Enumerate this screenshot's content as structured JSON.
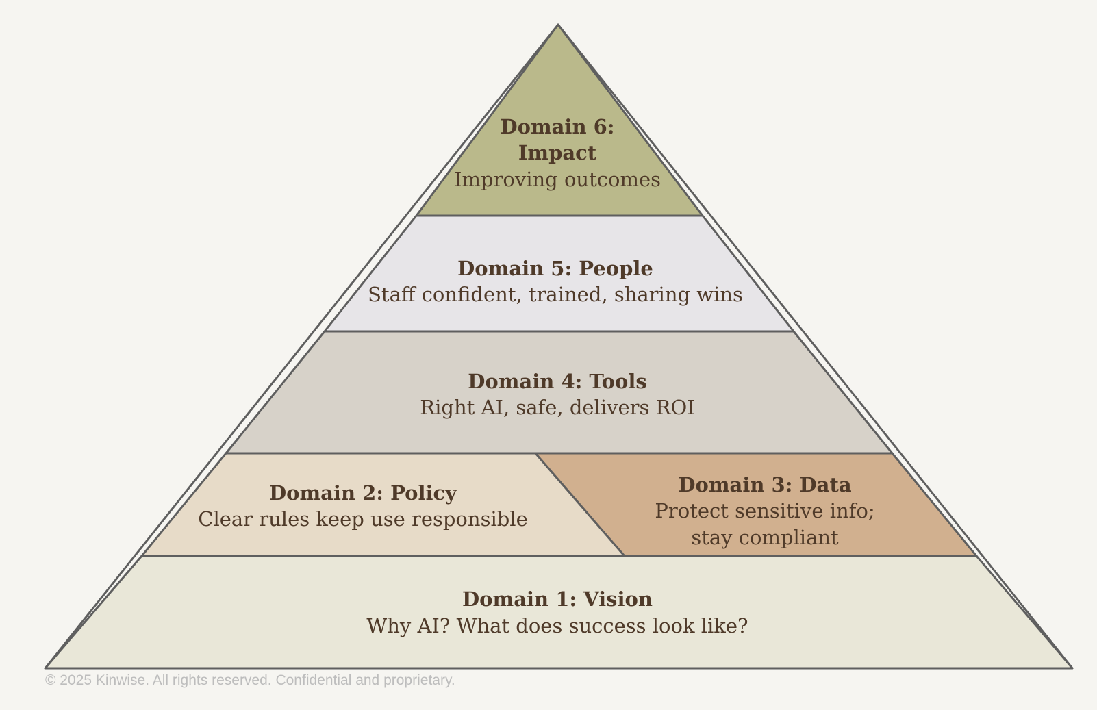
{
  "colors": {
    "background": "#f6f5f1",
    "domain6": "#bab98b",
    "domain5": "#e7e5e8",
    "domain4": "#d7d2c9",
    "domain2": "#e7dbc8",
    "domain3": "#d1b08f",
    "domain1": "#e9e7d8",
    "outline": "#5f5f5f",
    "text": "#4f3a29"
  },
  "domains": {
    "d6": {
      "title1": "Domain 6:",
      "title2": "Impact",
      "subtitle": "Improving outcomes"
    },
    "d5": {
      "title": "Domain 5: People",
      "subtitle": "Staff confident, trained, sharing wins"
    },
    "d4": {
      "title": "Domain 4: Tools",
      "subtitle": "Right AI, safe, delivers ROI"
    },
    "d2": {
      "title": "Domain 2: Policy",
      "subtitle": "Clear rules keep use responsible"
    },
    "d3": {
      "title": "Domain 3: Data",
      "subtitle1": "Protect sensitive info;",
      "subtitle2": "stay compliant"
    },
    "d1": {
      "title": "Domain 1: Vision",
      "subtitle": "Why AI? What does success look like?"
    }
  },
  "footer": {
    "text": "© 2025 Kinwise. All rights reserved. Confidential and proprietary."
  }
}
